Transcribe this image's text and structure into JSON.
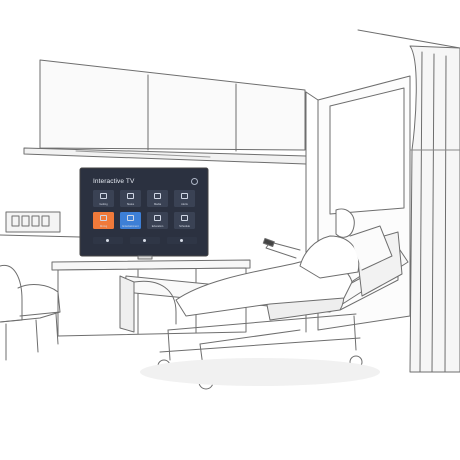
{
  "tv_screen": {
    "title": "Interactive TV",
    "tiles": [
      {
        "icon": "rocket-icon",
        "label": "Getting"
      },
      {
        "icon": "clock-icon",
        "label": "Status"
      },
      {
        "icon": "video-icon",
        "label": "Media"
      },
      {
        "icon": "alarm-icon",
        "label": "Alerts"
      },
      {
        "icon": "food-icon",
        "label": "Dining"
      },
      {
        "icon": "chat-icon",
        "label": "Entertainment"
      },
      {
        "icon": "book-icon",
        "label": "Education"
      },
      {
        "icon": "calendar-icon",
        "label": "Schedule"
      }
    ],
    "nav_icons": [
      "home-icon",
      "back-icon",
      "stop-icon"
    ],
    "colors": {
      "tile_orange": "#f07a3a",
      "tile_blue": "#3d7fd6",
      "screen": "#2b3140"
    }
  }
}
